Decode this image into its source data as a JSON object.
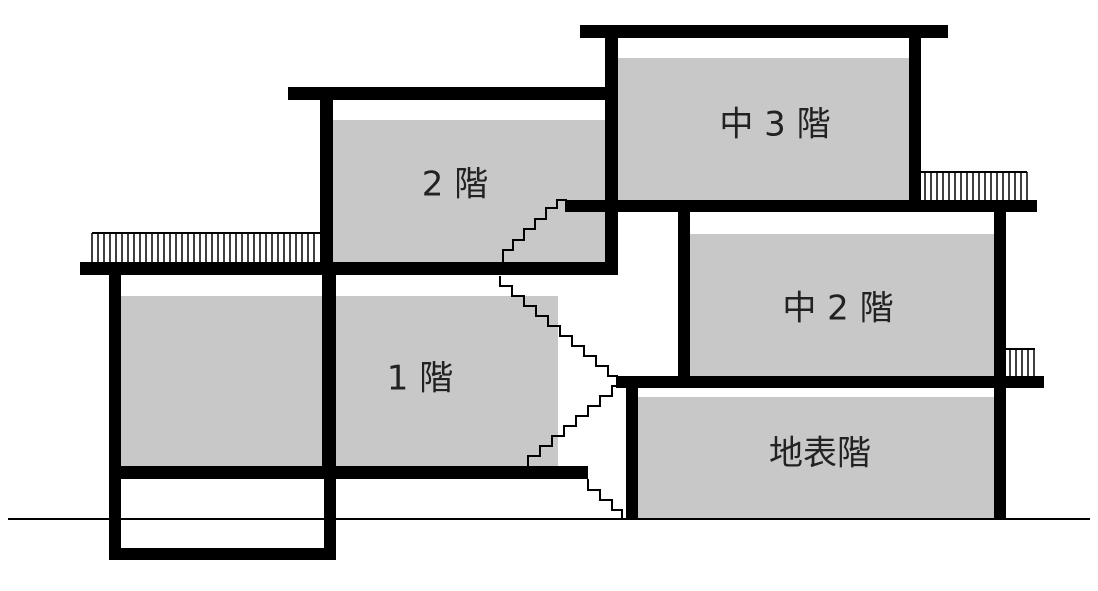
{
  "diagram": {
    "type": "split-level house cross-section",
    "colors": {
      "structure": "#000000",
      "room_fill": "#c8c8c8",
      "ground_line": "#000000",
      "label": "#222222",
      "background": "#ffffff"
    },
    "floors": [
      {
        "id": "ground-surface-floor",
        "label": "地表階"
      },
      {
        "id": "floor-1",
        "label": "1 階"
      },
      {
        "id": "mezzanine-2",
        "label": "中 2 階"
      },
      {
        "id": "floor-2",
        "label": "2 階"
      },
      {
        "id": "mezzanine-3",
        "label": "中 3 階"
      }
    ]
  }
}
